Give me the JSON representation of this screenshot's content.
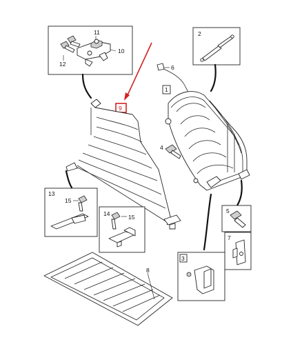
{
  "diagram": {
    "callouts": {
      "n1": "1",
      "n2": "2",
      "n3": "3",
      "n4": "4",
      "n5": "5",
      "n6": "6",
      "n7": "7",
      "n8": "8",
      "n9": "9",
      "n10": "10",
      "n11": "11",
      "n12": "12",
      "n13": "13",
      "n14": "14",
      "n15a": "15",
      "n15b": "15"
    },
    "highlight": {
      "part": "9",
      "color": "#d42020"
    },
    "colors": {
      "line": "#222222",
      "highlight": "#d42020",
      "shade": "#cfcfcf"
    }
  }
}
